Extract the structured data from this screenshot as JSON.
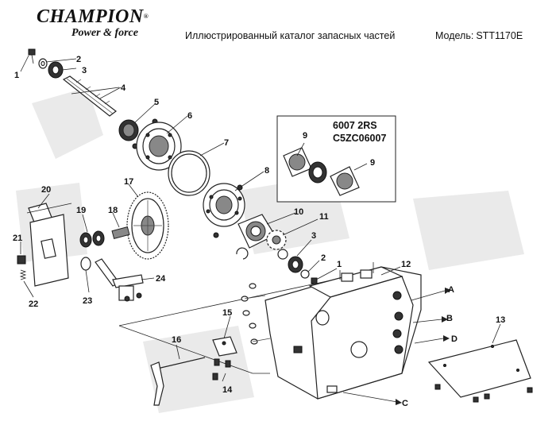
{
  "header": {
    "brand_name": "CHAMPION",
    "brand_reg": "®",
    "brand_tagline": "Power & force",
    "catalog_title": "Иллюстрированный каталог запасных частей",
    "model_label": "Модель:",
    "model_value": "STT1170E"
  },
  "inset": {
    "bearing_code": "6007 2RS",
    "part_code": "C5ZC06007",
    "label_left": "9",
    "label_right": "9"
  },
  "parts": {
    "p1a": "1",
    "p2a": "2",
    "p3a": "3",
    "p4": "4",
    "p5": "5",
    "p6": "6",
    "p7": "7",
    "p8": "8",
    "p10": "10",
    "p11": "11",
    "p3b": "3",
    "p2b": "2",
    "p1b": "1",
    "p12": "12",
    "p13": "13",
    "p14": "14",
    "p15": "15",
    "p16": "16",
    "p17": "17",
    "p18": "18",
    "p19": "19",
    "p20": "20",
    "p21": "21",
    "p22": "22",
    "p23": "23",
    "p24": "24"
  },
  "connectors": {
    "a": "A",
    "b": "B",
    "c": "C",
    "d": "D"
  }
}
